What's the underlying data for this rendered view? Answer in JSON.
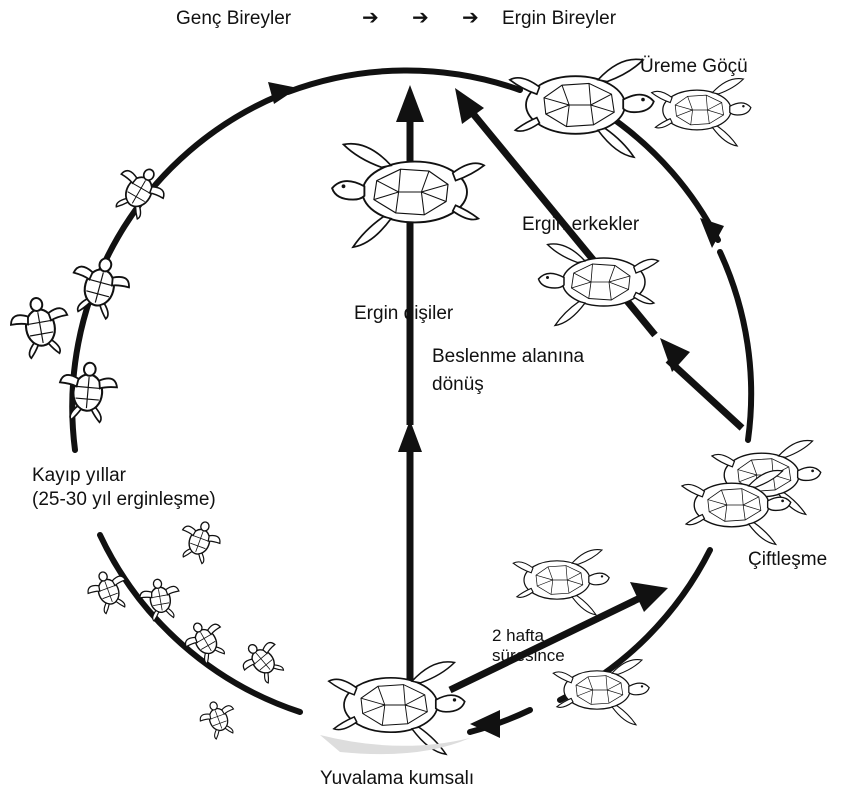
{
  "header": {
    "juvenile": "Genç Bireyler",
    "arrows": [
      "➔",
      "➔",
      "➔"
    ],
    "adult": "Ergin Bireyler"
  },
  "labels": {
    "breeding_migration": "Üreme Göçü",
    "adult_males": "Ergin erkekler",
    "adult_females": "Ergin dişiler",
    "return_line1": "Beslenme alanına",
    "return_line2": "dönüş",
    "lost_years_line1": "Kayıp yıllar",
    "lost_years_line2": "(25-30 yıl erginleşme)",
    "mating": "Çiftleşme",
    "two_weeks_line1": "2 hafta",
    "two_weeks_line2": "süresince",
    "nesting_beach": "Yuvalama kumsalı"
  },
  "icons": {
    "turtle": "sea-turtle-icon",
    "hatchling": "hatchling-icon",
    "arrow": "arrow-icon"
  },
  "colors": {
    "line": "#111111",
    "shell_fill": "#ffffff",
    "background": "#ffffff"
  }
}
